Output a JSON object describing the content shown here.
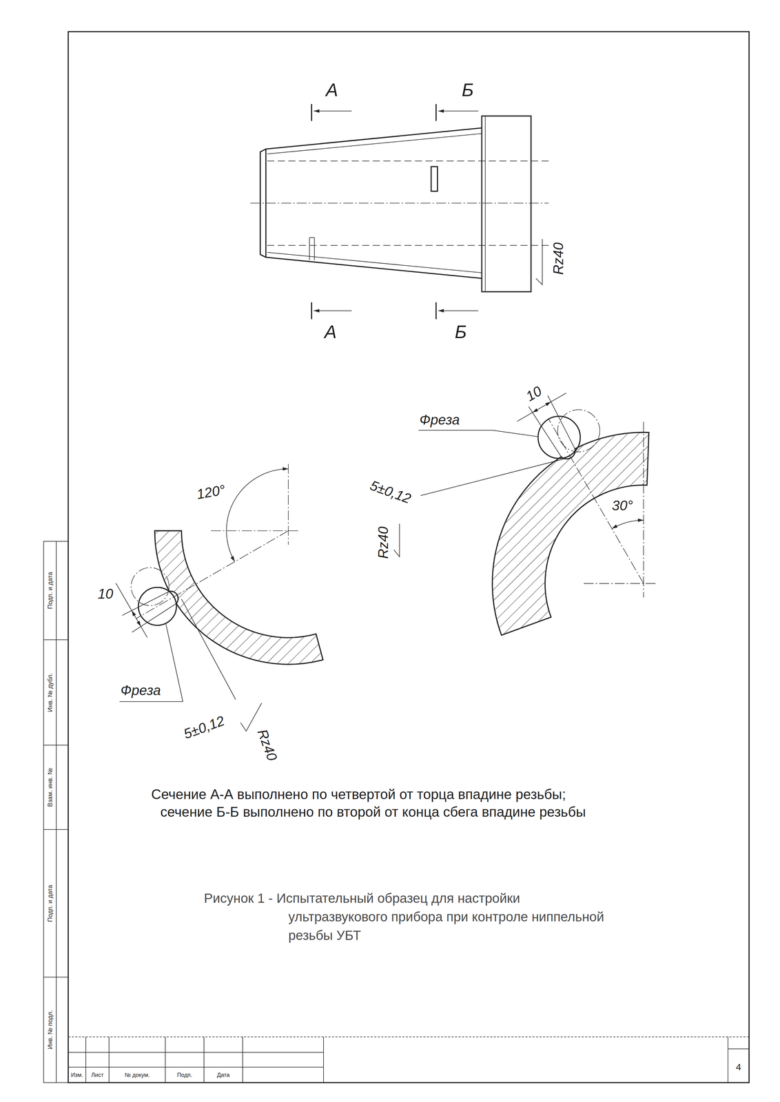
{
  "diagram": {
    "caption": "Рисунок 1 - Испытательный образец для настройки ультразвукового прибора при контроле ниппельной резьбы УБТ",
    "labels": [
      "А",
      "Б",
      "Rz40",
      "А",
      "Б",
      "10",
      "Фреза",
      "5±0,12",
      "Rz40",
      "30°",
      "120°",
      "10",
      "Фреза",
      "5±0,12",
      "Rz40",
      "Сечение А-А выполнено по четвертой от торца впадине резьбы;",
      "сечение Б-Б выполнено по второй от конца сбега впадине резьбы",
      "Подп. и дата",
      "Инв. № дубл.",
      "Взам. инв. №",
      "Подп. и дата",
      "Инв. № подл.",
      "Изм.",
      "Лист",
      "№ докум.",
      "Подп.",
      "Дата",
      "4"
    ]
  }
}
